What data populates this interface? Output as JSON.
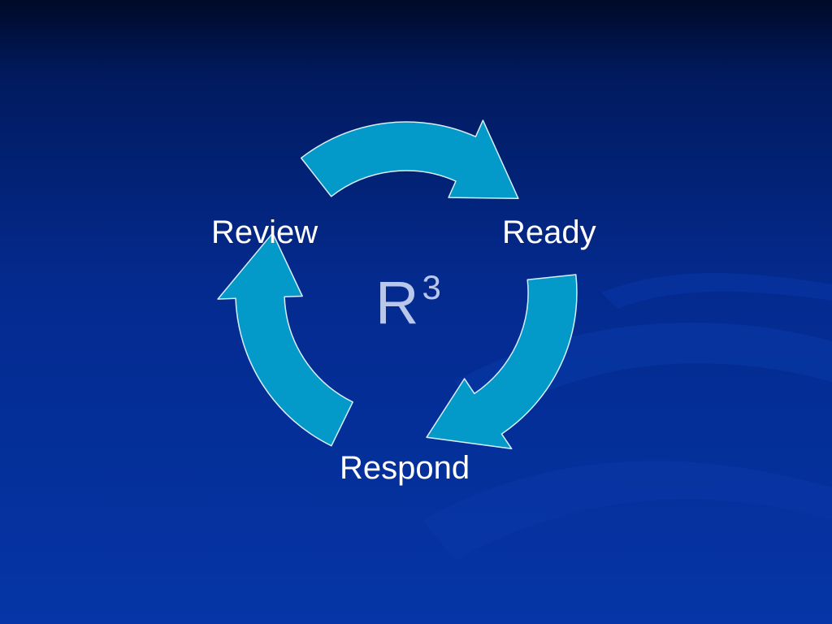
{
  "slide": {
    "center_base": "R",
    "center_superscript": "3",
    "cycle": {
      "steps": [
        "Ready",
        "Respond",
        "Review"
      ],
      "labels": {
        "review": "Review",
        "ready": "Ready",
        "respond": "Respond"
      }
    }
  },
  "colors": {
    "background_top": "#000a28",
    "background_bottom": "#0535a6",
    "arrow_fill": "#0399c8",
    "arrow_outline": "#d8eef8",
    "label_text": "#ffffff",
    "center_text": "#b9c7ea"
  },
  "icons": [
    "curved-arrow-icon"
  ]
}
